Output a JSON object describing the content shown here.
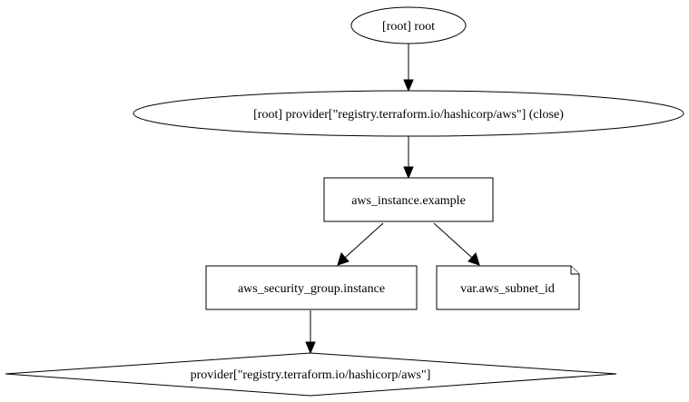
{
  "graph": {
    "nodes": {
      "root": {
        "label": "[root] root",
        "shape": "ellipse"
      },
      "provider_close": {
        "label": "[root] provider[\"registry.terraform.io/hashicorp/aws\"] (close)",
        "shape": "ellipse"
      },
      "aws_instance": {
        "label": "aws_instance.example",
        "shape": "box"
      },
      "security_group": {
        "label": "aws_security_group.instance",
        "shape": "box"
      },
      "subnet_var": {
        "label": "var.aws_subnet_id",
        "shape": "note"
      },
      "provider": {
        "label": "provider[\"registry.terraform.io/hashicorp/aws\"]",
        "shape": "diamond"
      }
    },
    "edges": [
      {
        "from": "root",
        "to": "provider_close"
      },
      {
        "from": "provider_close",
        "to": "aws_instance"
      },
      {
        "from": "aws_instance",
        "to": "security_group"
      },
      {
        "from": "aws_instance",
        "to": "subnet_var"
      },
      {
        "from": "security_group",
        "to": "provider"
      }
    ],
    "colors": {
      "stroke": "#000000",
      "fill": "#ffffff",
      "background": "#ffffff"
    }
  }
}
